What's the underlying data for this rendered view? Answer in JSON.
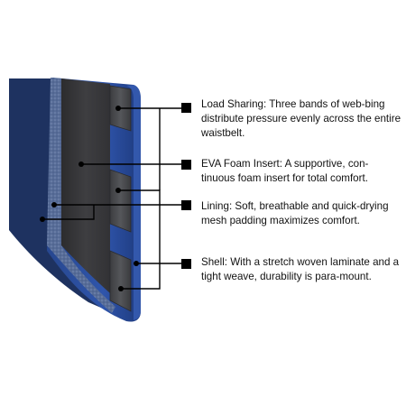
{
  "colors": {
    "background": "#ffffff",
    "navy_fabric": "#1f3461",
    "blue_shell": "#2a4d9e",
    "mesh_lining": "#5a6f9a",
    "foam_insert": "#3a3a3d",
    "band": "#4b4c50",
    "leader_line": "#000000",
    "label_text": "#111111"
  },
  "icons": {
    "bullet": "square-bullet-icon",
    "anchor": "anchor-dot-icon"
  },
  "callouts": [
    {
      "id": "load-sharing",
      "text": "Load Sharing: Three bands of web-bing distribute pressure evenly across the entire waistbelt."
    },
    {
      "id": "eva-foam",
      "text": "EVA Foam Insert: A supportive, con-tinuous foam insert for total comfort."
    },
    {
      "id": "lining",
      "text": "Lining: Soft, breathable and quick-drying mesh padding maximizes comfort."
    },
    {
      "id": "shell",
      "text": "Shell: With a stretch woven laminate and a tight weave, durability is para-mount."
    }
  ]
}
